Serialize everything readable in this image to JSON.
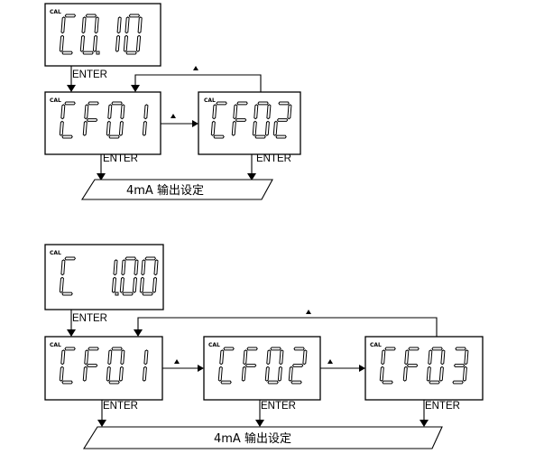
{
  "top": {
    "start_display": {
      "label": "CAL",
      "chars": [
        "C",
        "0.",
        "1",
        "0"
      ]
    },
    "enter_label": "ENTER",
    "states": [
      {
        "label": "CAL",
        "chars": [
          "C",
          "F",
          "0",
          "1"
        ]
      },
      {
        "label": "CAL",
        "chars": [
          "C",
          "F",
          "0",
          "2"
        ]
      }
    ],
    "state_enter_labels": [
      "ENTER",
      "ENTER"
    ],
    "banner": "4mA 输出设定"
  },
  "bottom": {
    "start_display": {
      "label": "CAL",
      "chars": [
        "C",
        " ",
        "1.",
        "0",
        "0"
      ]
    },
    "enter_label": "ENTER",
    "states": [
      {
        "label": "CAL",
        "chars": [
          "C",
          "F",
          "0",
          "1"
        ]
      },
      {
        "label": "CAL",
        "chars": [
          "C",
          "F",
          "0",
          "2"
        ]
      },
      {
        "label": "CAL",
        "chars": [
          "C",
          "F",
          "0",
          "3"
        ]
      }
    ],
    "state_enter_labels": [
      "ENTER",
      "ENTER",
      "ENTER"
    ],
    "banner": "4mA 输出设定"
  }
}
